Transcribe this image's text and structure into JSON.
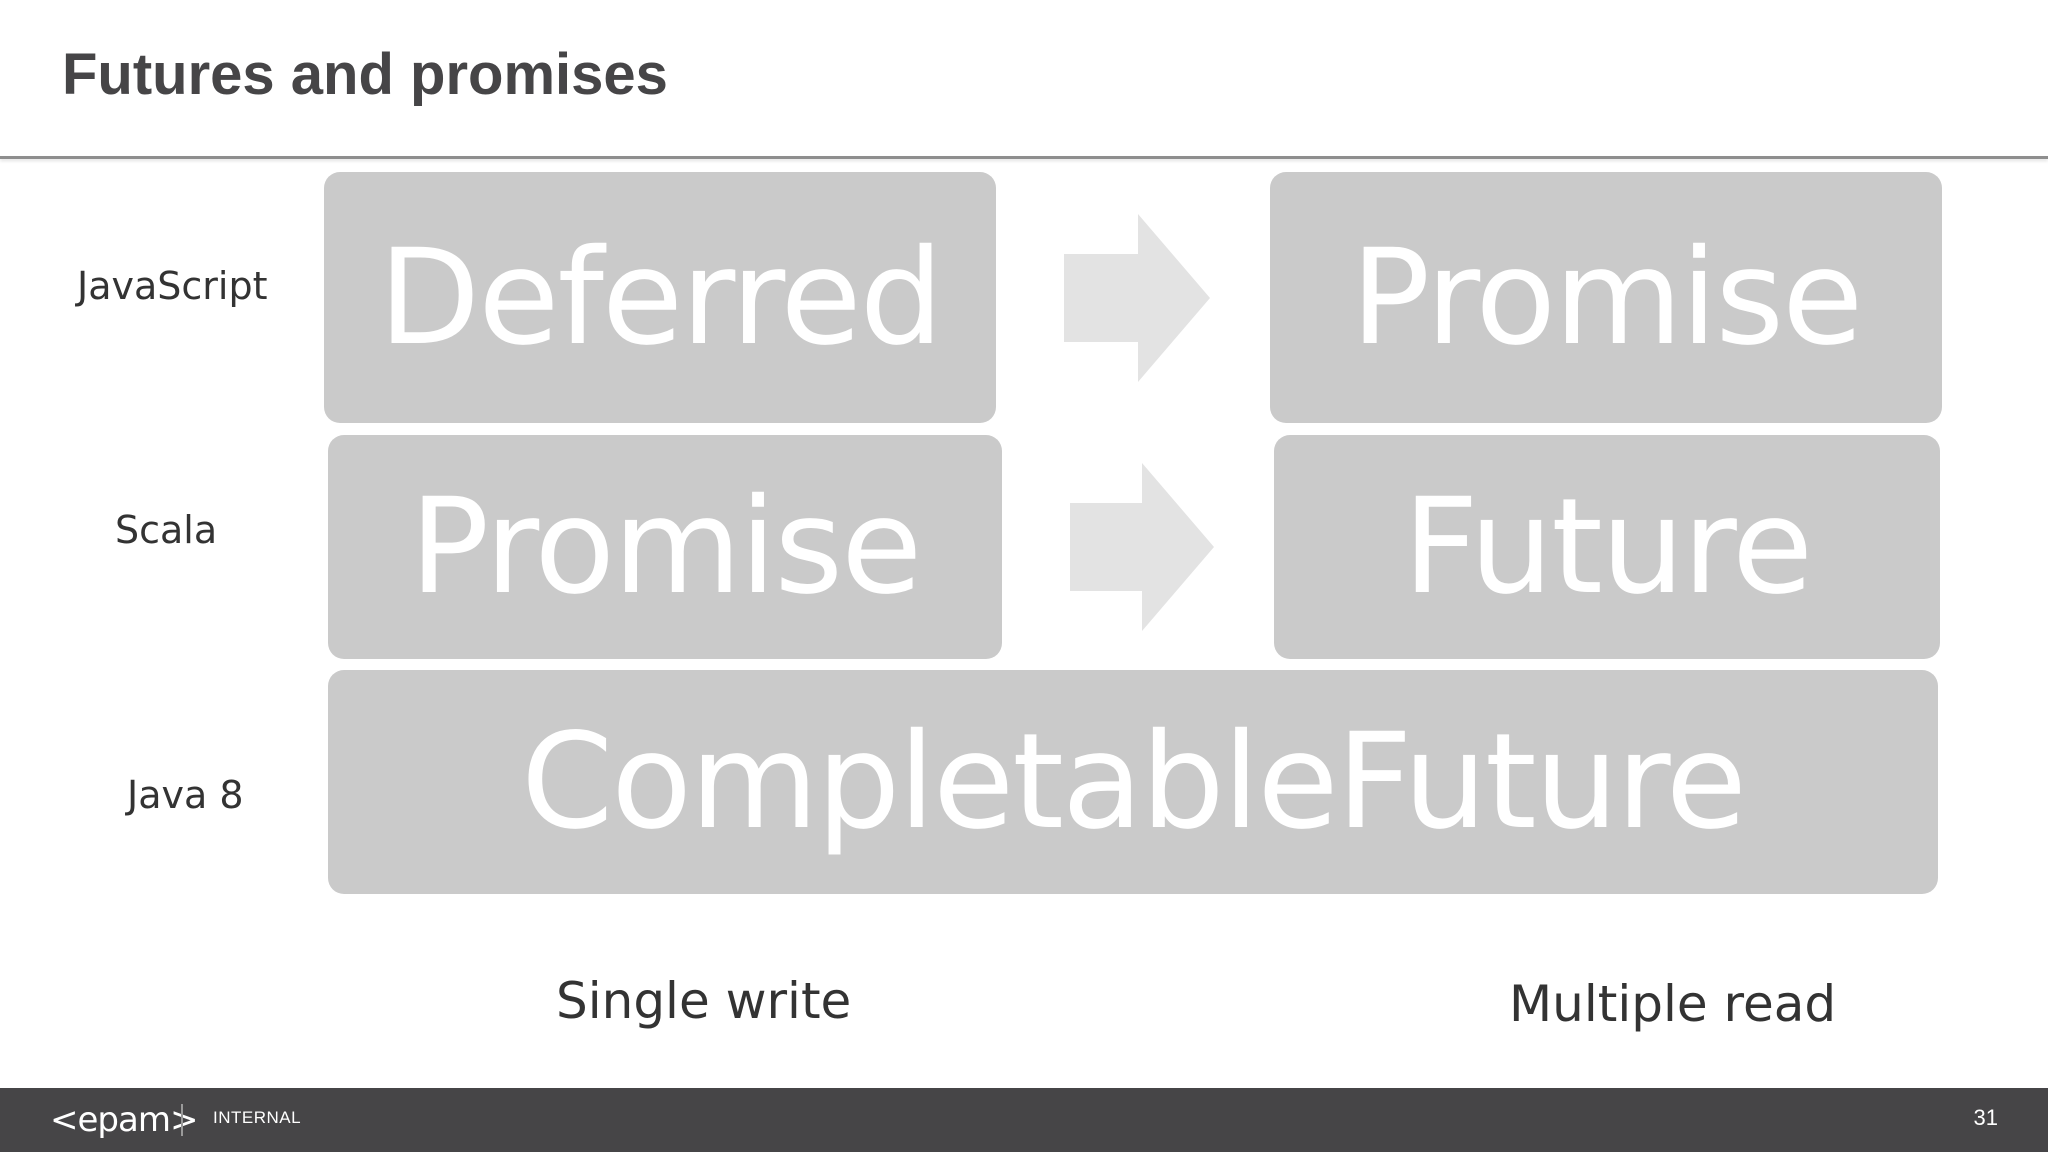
{
  "slide": {
    "title": "Futures and promises",
    "rows": [
      {
        "label": "JavaScript",
        "from": "Deferred",
        "to": "Promise"
      },
      {
        "label": "Scala",
        "from": "Promise",
        "to": "Future"
      },
      {
        "label": "Java 8",
        "combined": "CompletableFuture"
      }
    ],
    "captions": {
      "left": "Single write",
      "right": "Multiple read"
    },
    "icons": [
      "arrow-right-icon"
    ]
  },
  "footer": {
    "logo": "<epam>",
    "classification": "INTERNAL",
    "page_number": "31"
  },
  "colors": {
    "title_text": "#464547",
    "box_fill": "#cacaca",
    "box_text": "#ffffff",
    "arrow_fill": "#e3e3e3",
    "footer_bg": "#464547"
  }
}
